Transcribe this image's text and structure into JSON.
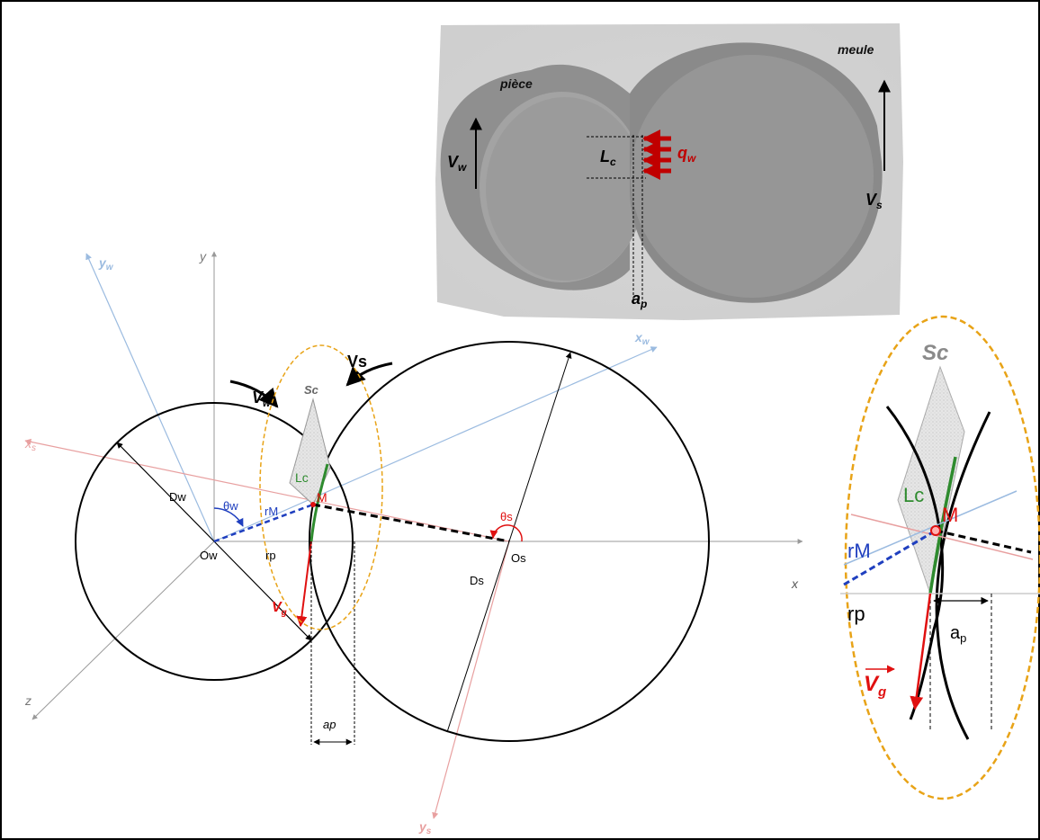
{
  "photo_labels": {
    "piece": "pièce",
    "meule": "meule",
    "vw_base": "V",
    "vw_sub": "w",
    "lc_base": "L",
    "lc_sub": "c",
    "qw_base": "q",
    "qw_sub": "w",
    "vs_base": "V",
    "vs_sub": "s",
    "ap_base": "a",
    "ap_sub": "p"
  },
  "main_labels": {
    "yw_base": "y",
    "yw_sub": "w",
    "y": "y",
    "xw_base": "x",
    "xw_sub": "w",
    "xs_base": "x",
    "xs_sub": "s",
    "ys_base": "y",
    "ys_sub": "s",
    "x": "x",
    "z": "z",
    "vw_base": "V",
    "vw_sub": "w",
    "vs": "Vs",
    "sc": "Sc",
    "lc": "Lc",
    "m": "M",
    "rm": "rM",
    "theta_w": "θw",
    "theta_s": "θs",
    "dw": "Dw",
    "ds": "Ds",
    "ow": "Ow",
    "os": "Os",
    "rp": "rp",
    "vg_base": "V",
    "vg_sub": "g",
    "ap": "ap"
  },
  "zoom_labels": {
    "sc": "Sc",
    "lc": "Lc",
    "m": "M",
    "rm": "rM",
    "rp": "rp",
    "ap_base": "a",
    "ap_sub": "p",
    "vg_base": "V",
    "vg_sub": "g"
  },
  "colors": {
    "axis_ws": "#9bbbe0",
    "axis_s": "#e8a0a0",
    "axis_main": "#999999",
    "red": "#e01010",
    "dark_red": "#c00000",
    "blue": "#1f3fbf",
    "green": "#2e8b2e",
    "orange_dash": "#e8a317",
    "grey_fill": "#d9d9d9"
  }
}
